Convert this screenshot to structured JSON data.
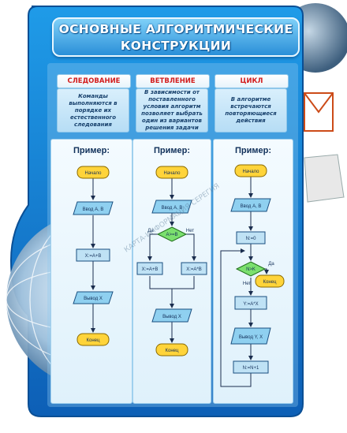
{
  "title": {
    "line1": "ОСНОВНЫЕ АЛГОРИТМИЧЕСКИЕ",
    "line2": "КОНСТРУКЦИИ"
  },
  "watermark": "КАРТА-ИНФОРМАЦИЯ СЕРЕГИЯ",
  "columns": [
    {
      "heading": "СЛЕДОВАНИЕ",
      "description": "Команды выполняются в порядке их естественного следования",
      "example_label": "Пример:",
      "flow": {
        "start": "Начало",
        "input": "Ввод А, В",
        "process": "Х:=А+В",
        "output": "Вывод Х",
        "end": "Конец"
      }
    },
    {
      "heading": "ВЕТВЛЕНИЕ",
      "description": "В зависимости от поставленного условия алгоритм позволяет выбрать один из вариантов решения задачи",
      "example_label": "Пример:",
      "flow": {
        "start": "Начало",
        "input": "Ввод А, В",
        "condition": "А>=В",
        "yes": "Да",
        "no": "Нет",
        "branch_yes": "Х:=А+В",
        "branch_no": "Х:=А*В",
        "output": "Вывод Х",
        "end": "Конец"
      }
    },
    {
      "heading": "ЦИКЛ",
      "description": "В алгоритме встречаются повторяющиеся действия",
      "example_label": "Пример:",
      "flow": {
        "start": "Начало",
        "input": "Ввод А, В",
        "init": "N:=0",
        "condition": "N>K",
        "yes": "Да",
        "no": "Нет",
        "end": "Конец",
        "body": "Y:=A*X",
        "output": "Вывод Y, X",
        "increment": "N:=N+1"
      }
    }
  ],
  "colors": {
    "panel_blue": "#2f8fdc",
    "flow_start": "#ffd43a",
    "flow_process": "#bfe2f5",
    "flow_io": "#8fd0f0",
    "flow_decision": "#7be06e",
    "heading_red": "#d21c1c"
  }
}
